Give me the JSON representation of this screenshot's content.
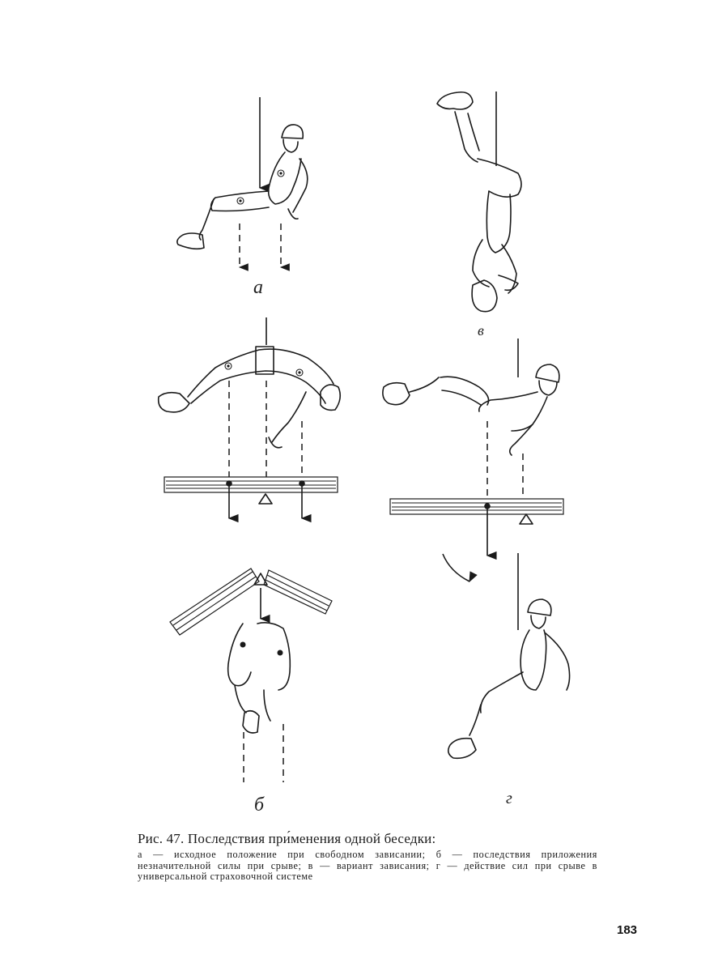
{
  "panel_labels": {
    "a": "а",
    "b": "б",
    "v": "в",
    "g": "г"
  },
  "caption": {
    "title": "Рис. 47. Последствия при́менения одной беседки:",
    "body": "а — исходное положение при свободном зависании; б — последствия приложения незначительной силы при срыве; в — вариант зависания; г — действие сил при срыве в универсальной страховочной системе"
  },
  "page_number": "183"
}
